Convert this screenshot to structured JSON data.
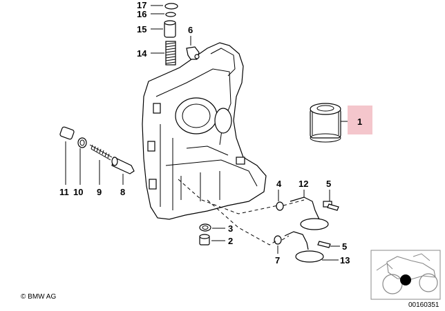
{
  "callouts": {
    "c1": "1",
    "c2": "2",
    "c3": "3",
    "c4": "4",
    "c5a": "5",
    "c5b": "5",
    "c6": "6",
    "c7a": "7",
    "c7b": "7",
    "c8": "8",
    "c9": "9",
    "c10": "10",
    "c11": "11",
    "c12": "12",
    "c13": "13",
    "c14": "14",
    "c15": "15",
    "c16": "16",
    "c17": "17"
  },
  "footer": {
    "copyright": "© BMW AG",
    "diagram_number": "00160351"
  },
  "colors": {
    "highlight": "#f4c6cc",
    "ink": "#000000"
  }
}
